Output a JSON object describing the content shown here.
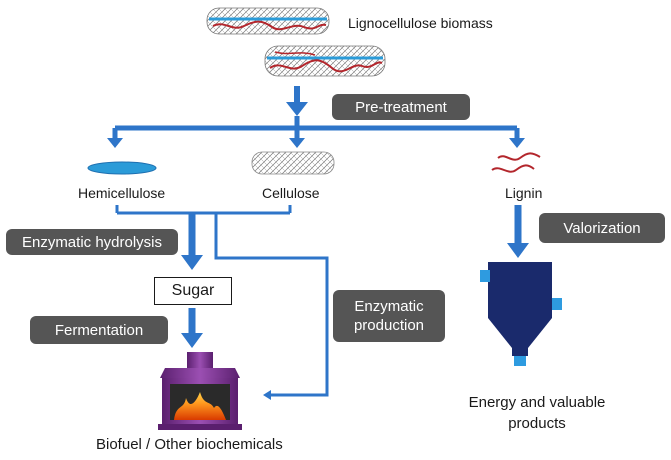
{
  "labels": {
    "biomass": "Lignocellulose biomass",
    "pretreatment": "Pre-treatment",
    "hemicellulose": "Hemicellulose",
    "cellulose": "Cellulose",
    "lignin": "Lignin",
    "enzymatic_hydrolysis": "Enzymatic hydrolysis",
    "valorization": "Valorization",
    "sugar": "Sugar",
    "fermentation": "Fermentation",
    "enzymatic_production_line1": "Enzymatic",
    "enzymatic_production_line2": "production",
    "energy_line1": "Energy and valuable",
    "energy_line2": "products",
    "biofuel": "Biofuel / Other biochemicals"
  },
  "colors": {
    "arrow": "#2e75c9",
    "pill": "#555555",
    "fiber_blue": "#2b9bd8",
    "fiber_red": "#b3262c",
    "reactor": "#1a2a6c",
    "reactor_port": "#2e9be0",
    "furnace": "#7a2e8e"
  }
}
